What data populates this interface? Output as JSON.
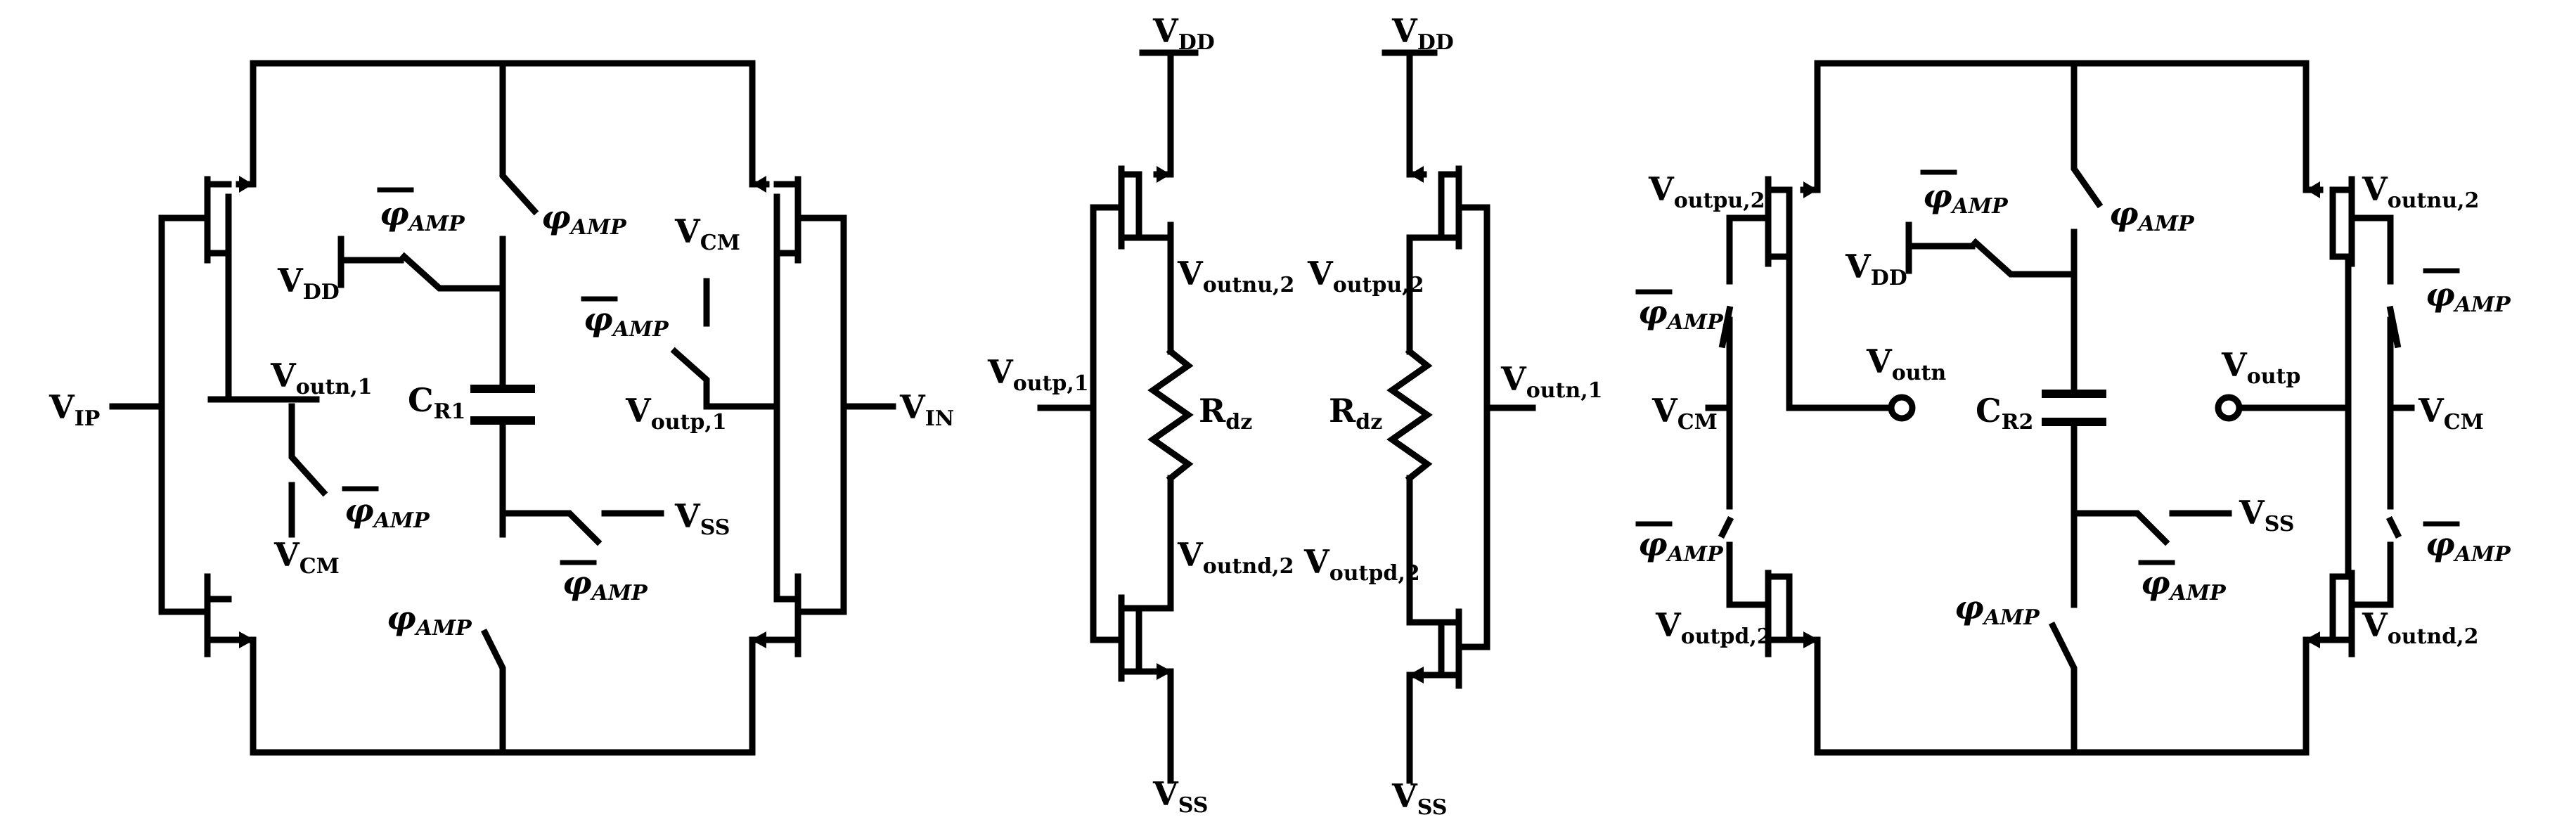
{
  "labels": {
    "V": "V",
    "ip": "IP",
    "in": "IN",
    "dd": "DD",
    "ss": "SS",
    "cm": "CM",
    "outn1": "outn,1",
    "outp1": "outp,1",
    "outn": "outn",
    "outp": "outp",
    "outnu2": "outnu,2",
    "outnd2": "outnd,2",
    "outpu2": "outpu,2",
    "outpd2": "outpd,2",
    "C": "C",
    "R": "R",
    "r1": "R1",
    "r2": "R2",
    "dz": "dz",
    "phi": "φ",
    "amp": "AMP"
  }
}
